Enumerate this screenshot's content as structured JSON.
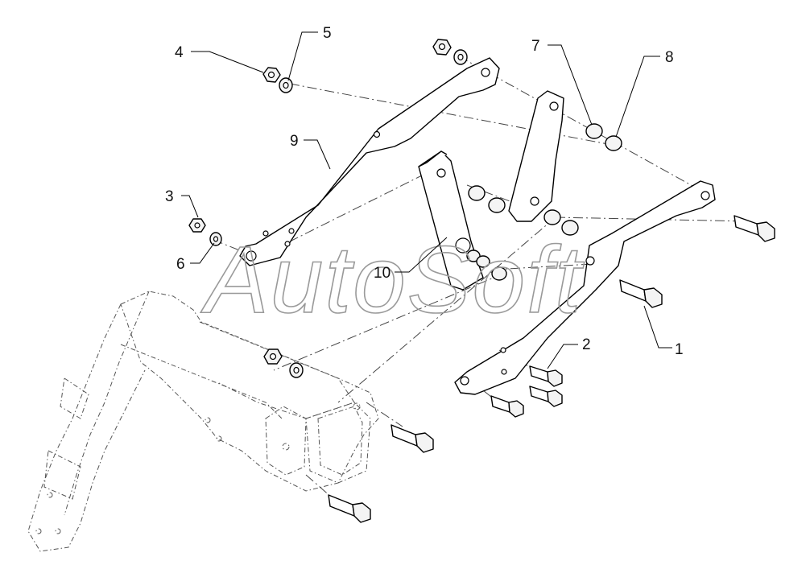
{
  "watermark": "AutoSoft",
  "callouts": {
    "c1": "1",
    "c2": "2",
    "c3": "3",
    "c4": "4",
    "c5": "5",
    "c6": "6",
    "c7": "7",
    "c8": "8",
    "c9": "9",
    "c10": "10"
  },
  "colors": {
    "line": "#000000",
    "watermark": "#9a9a9a"
  }
}
